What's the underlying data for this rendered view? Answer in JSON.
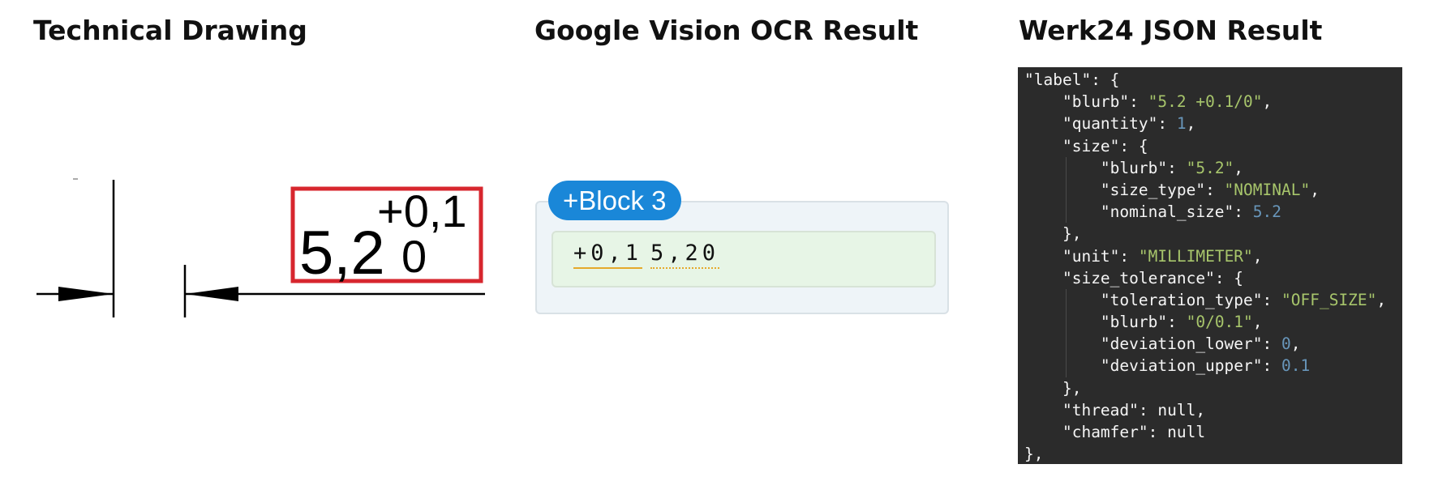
{
  "titles": {
    "drawing": "Technical Drawing",
    "ocr": "Google Vision OCR Result",
    "json": "Werk24 JSON Result"
  },
  "drawing": {
    "upper_tolerance": "+0,1",
    "nominal": "5,2",
    "lower_tolerance": "0",
    "highlight_color": "#d7262e"
  },
  "ocr": {
    "badge": "+Block 3",
    "words": [
      "+0,1",
      "5,20"
    ],
    "badge_color": "#1a87d8",
    "underline_color": "#e5a92b"
  },
  "json_result": {
    "lines": [
      {
        "indent": 0,
        "tokens": [
          {
            "t": "k",
            "v": "\"label\""
          },
          {
            "t": "p",
            "v": ": {"
          }
        ]
      },
      {
        "indent": 1,
        "tokens": [
          {
            "t": "k",
            "v": "\"blurb\""
          },
          {
            "t": "p",
            "v": ": "
          },
          {
            "t": "s",
            "v": "\"5.2 +0.1/0\""
          },
          {
            "t": "p",
            "v": ","
          }
        ]
      },
      {
        "indent": 1,
        "tokens": [
          {
            "t": "k",
            "v": "\"quantity\""
          },
          {
            "t": "p",
            "v": ": "
          },
          {
            "t": "n",
            "v": "1"
          },
          {
            "t": "p",
            "v": ","
          }
        ]
      },
      {
        "indent": 1,
        "tokens": [
          {
            "t": "k",
            "v": "\"size\""
          },
          {
            "t": "p",
            "v": ": {"
          }
        ]
      },
      {
        "indent": 2,
        "tokens": [
          {
            "t": "k",
            "v": "\"blurb\""
          },
          {
            "t": "p",
            "v": ": "
          },
          {
            "t": "s",
            "v": "\"5.2\""
          },
          {
            "t": "p",
            "v": ","
          }
        ]
      },
      {
        "indent": 2,
        "tokens": [
          {
            "t": "k",
            "v": "\"size_type\""
          },
          {
            "t": "p",
            "v": ": "
          },
          {
            "t": "s",
            "v": "\"NOMINAL\""
          },
          {
            "t": "p",
            "v": ","
          }
        ]
      },
      {
        "indent": 2,
        "tokens": [
          {
            "t": "k",
            "v": "\"nominal_size\""
          },
          {
            "t": "p",
            "v": ": "
          },
          {
            "t": "n",
            "v": "5.2"
          }
        ]
      },
      {
        "indent": 1,
        "tokens": [
          {
            "t": "p",
            "v": "},"
          }
        ]
      },
      {
        "indent": 1,
        "tokens": [
          {
            "t": "k",
            "v": "\"unit\""
          },
          {
            "t": "p",
            "v": ": "
          },
          {
            "t": "s",
            "v": "\"MILLIMETER\""
          },
          {
            "t": "p",
            "v": ","
          }
        ]
      },
      {
        "indent": 1,
        "tokens": [
          {
            "t": "k",
            "v": "\"size_tolerance\""
          },
          {
            "t": "p",
            "v": ": {"
          }
        ]
      },
      {
        "indent": 2,
        "tokens": [
          {
            "t": "k",
            "v": "\"toleration_type\""
          },
          {
            "t": "p",
            "v": ": "
          },
          {
            "t": "s",
            "v": "\"OFF_SIZE\""
          },
          {
            "t": "p",
            "v": ","
          }
        ]
      },
      {
        "indent": 2,
        "tokens": [
          {
            "t": "k",
            "v": "\"blurb\""
          },
          {
            "t": "p",
            "v": ": "
          },
          {
            "t": "s",
            "v": "\"0/0.1\""
          },
          {
            "t": "p",
            "v": ","
          }
        ]
      },
      {
        "indent": 2,
        "tokens": [
          {
            "t": "k",
            "v": "\"deviation_lower\""
          },
          {
            "t": "p",
            "v": ": "
          },
          {
            "t": "n",
            "v": "0"
          },
          {
            "t": "p",
            "v": ","
          }
        ]
      },
      {
        "indent": 2,
        "tokens": [
          {
            "t": "k",
            "v": "\"deviation_upper\""
          },
          {
            "t": "p",
            "v": ": "
          },
          {
            "t": "n",
            "v": "0.1"
          }
        ]
      },
      {
        "indent": 1,
        "tokens": [
          {
            "t": "p",
            "v": "},"
          }
        ]
      },
      {
        "indent": 1,
        "tokens": [
          {
            "t": "k",
            "v": "\"thread\""
          },
          {
            "t": "p",
            "v": ": null,"
          }
        ]
      },
      {
        "indent": 1,
        "tokens": [
          {
            "t": "k",
            "v": "\"chamfer\""
          },
          {
            "t": "p",
            "v": ": null"
          }
        ]
      },
      {
        "indent": 0,
        "tokens": [
          {
            "t": "p",
            "v": "},"
          }
        ]
      }
    ],
    "string_color": "#a7c56b",
    "number_color": "#6896ba",
    "background_color": "#2b2b2b"
  }
}
